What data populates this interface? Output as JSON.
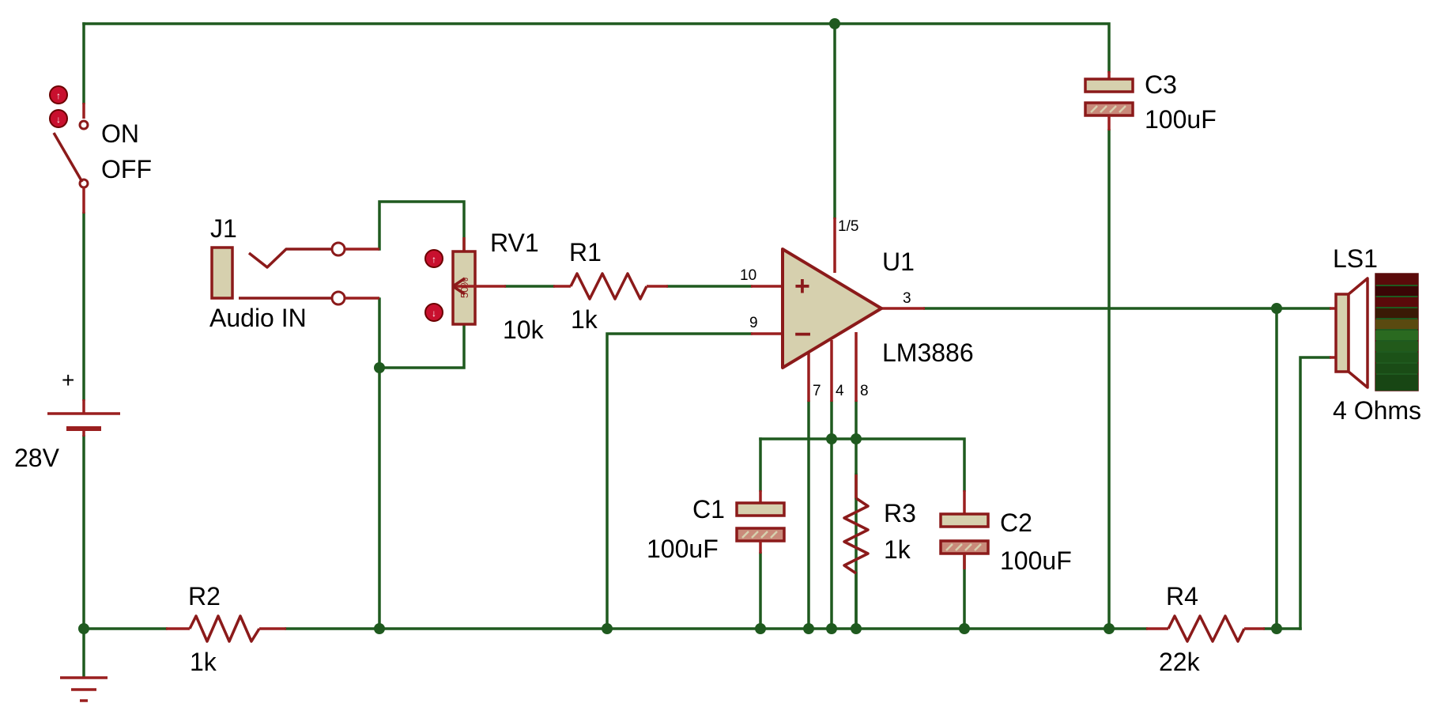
{
  "switch": {
    "on": "ON",
    "off": "OFF"
  },
  "battery": {
    "voltage": "28V",
    "plus": "+"
  },
  "jack": {
    "ref": "J1",
    "name": "Audio IN"
  },
  "pot": {
    "ref": "RV1",
    "value": "10k",
    "setting": "50%"
  },
  "r1": {
    "ref": "R1",
    "value": "1k"
  },
  "r2": {
    "ref": "R2",
    "value": "1k"
  },
  "r3": {
    "ref": "R3",
    "value": "1k"
  },
  "r4": {
    "ref": "R4",
    "value": "22k"
  },
  "c1": {
    "ref": "C1",
    "value": "100uF"
  },
  "c2": {
    "ref": "C2",
    "value": "100uF"
  },
  "c3": {
    "ref": "C3",
    "value": "100uF"
  },
  "amp": {
    "ref": "U1",
    "part": "LM3886",
    "pins": {
      "p10": "10",
      "p9": "9",
      "p3": "3",
      "p15": "1/5",
      "p7": "7",
      "p4": "4",
      "p8": "8"
    }
  },
  "speaker": {
    "ref": "LS1",
    "impedance": "4 Ohms"
  }
}
